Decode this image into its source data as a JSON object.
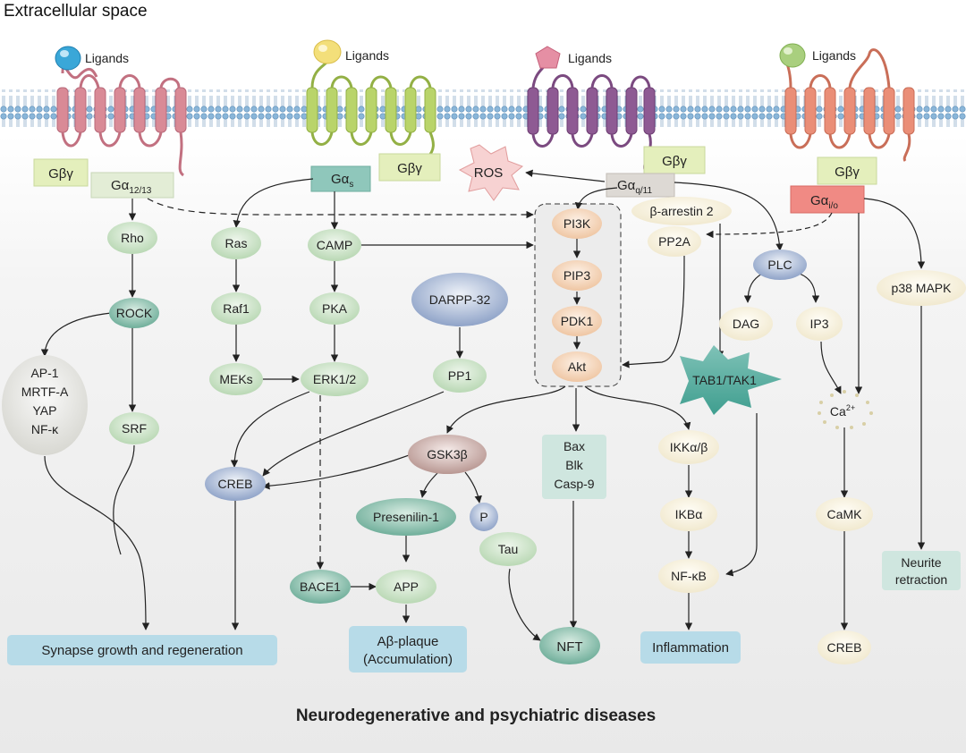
{
  "header": {
    "extracellular": "Extracellular space"
  },
  "footer": {
    "diseases": "Neurodegenerative and psychiatric diseases"
  },
  "receptors": {
    "r1": {
      "ligand": "Ligands",
      "color": "#d98a96",
      "ligand_color": "#3aa7d8"
    },
    "r2": {
      "ligand": "Ligands",
      "color": "#b9d46a",
      "ligand_color": "#f3df7a"
    },
    "r3": {
      "ligand": "Ligands",
      "color": "#8e5a93",
      "ligand_color": "#e58fa4"
    },
    "r4": {
      "ligand": "Ligands",
      "color": "#ea8e77",
      "ligand_color": "#a9cf7e"
    }
  },
  "subunits": {
    "gby1": "Gβγ",
    "ga1213_main": "Gα",
    "ga1213_sub": "12/13",
    "gas_main": "Gα",
    "gas_sub": "s",
    "gby2": "Gβγ",
    "ros": "ROS",
    "gby3": "Gβγ",
    "gaq_main": "Gα",
    "gaq_sub": "q/11",
    "gby4": "Gβγ",
    "gai_main": "Gα",
    "gai_sub": "i/o"
  },
  "nodes": {
    "rho": "Rho",
    "rock": "ROCK",
    "ap1": "AP-1",
    "mrtfa": "MRTF-A",
    "yap": "YAP",
    "nfk": "NF-κ",
    "srf": "SRF",
    "ras": "Ras",
    "raf1": "Raf1",
    "meks": "MEKs",
    "camp": "CAMP",
    "pka": "PKA",
    "erk": "ERK1/2",
    "darpp": "DARPP-32",
    "pp1": "PP1",
    "creb1": "CREB",
    "pi3k": "PI3K",
    "pip3": "PIP3",
    "pdk1": "PDK1",
    "akt": "Akt",
    "barrestin": "β-arrestin 2",
    "pp2a": "PP2A",
    "plc": "PLC",
    "dag": "DAG",
    "ip3": "IP3",
    "tab": "TAB1/TAK1",
    "p38": "p38 MAPK",
    "ca_main": "Ca",
    "ca_sup": "2+",
    "camk": "CaMK",
    "creb2": "CREB",
    "neurite1": "Neurite",
    "neurite2": "retraction",
    "gsk": "GSK3β",
    "presenilin": "Presenilin-1",
    "p": "P",
    "tau": "Tau",
    "bace1": "BACE1",
    "app": "APP",
    "bax": "Bax",
    "blk": "Blk",
    "casp9": "Casp-9",
    "ikk": "IKKα/β",
    "ikb": "IKBα",
    "nfkb": "NF-κB",
    "nft": "NFT"
  },
  "outcomes": {
    "synapse": "Synapse growth and regeneration",
    "abeta1": "Aβ-plaque",
    "abeta2": "(Accumulation)",
    "inflammation": "Inflammation"
  },
  "colors": {
    "green_node": "#cde3c8",
    "teal_node": "#9fcfc3",
    "peach_node": "#f6dcc6",
    "cream_node": "#fbf6e4",
    "blue_box": "#b7dbe8",
    "pink_box": "#f08a84",
    "gby_box": "#e4efbc"
  }
}
